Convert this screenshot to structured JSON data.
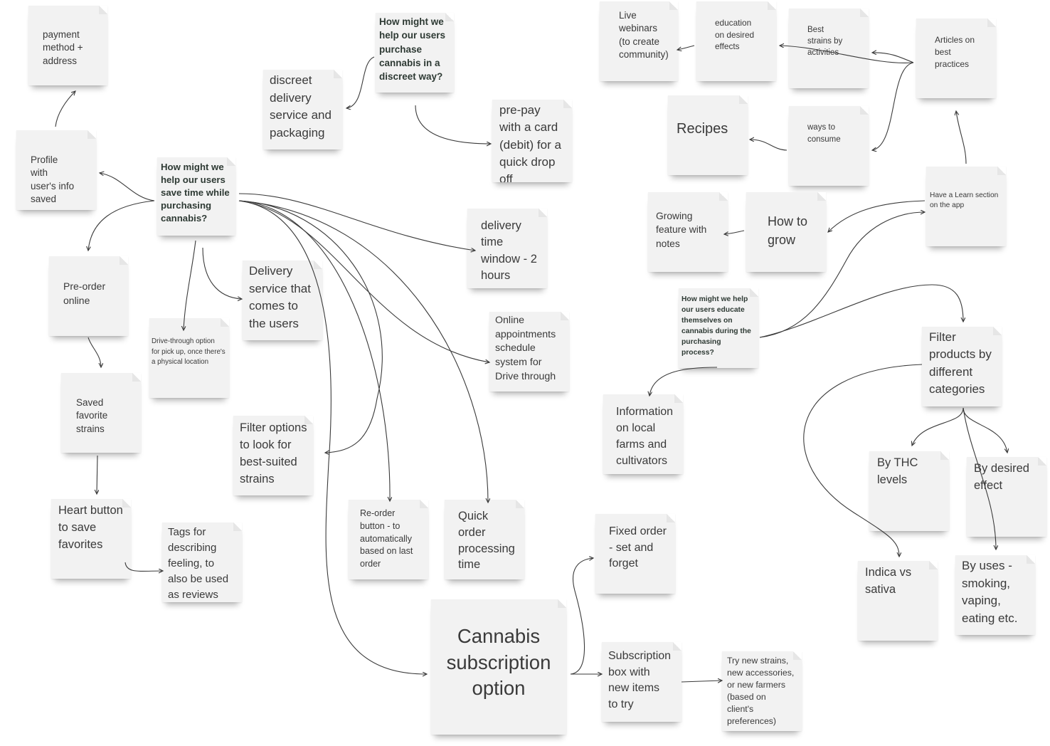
{
  "notes": {
    "payment": "payment\nmethod +\naddress",
    "profile": "Profile\nwith\nuser's info\nsaved",
    "q_save_time": "How might we\nhelp our users\nsave time while\npurchasing\ncannabis?",
    "preorder": "Pre-order\nonline",
    "drive_through": "Drive-through option\nfor pick up, once there's\na physical location",
    "saved_strains": "Saved\nfavorite\nstrains",
    "heart_button": "Heart button\nto save\nfavorites",
    "tags": "Tags for\ndescribing\nfeeling, to\nalso be used\nas reviews",
    "delivery_service": "Delivery\nservice that\ncomes to\nthe users",
    "filter_options": "Filter options\nto look for\nbest-suited\nstrains",
    "reorder": "Re-order\nbutton - to\nautomatically\nbased on last\norder",
    "quick_order": "Quick\norder\nprocessing\ntime",
    "discreet_delivery": "discreet\ndelivery\nservice and\npackaging",
    "q_discreet": "How might we\nhelp our users\npurchase\ncannabis in a\ndiscreet way?",
    "prepay": "pre-pay\nwith a card\n(debit) for a\nquick drop\noff",
    "delivery_window": "delivery\ntime\nwindow - 2\nhours",
    "online_appointments": "Online\nappointments\nschedule\nsystem for\nDrive through",
    "subscription_option": "Cannabis\nsubscription\noption",
    "fixed_order": "Fixed order\n- set and\nforget",
    "subscription_box": "Subscription\nbox with\nnew items\nto try",
    "try_new": "Try new strains,\nnew accessories,\nor new farmers\n(based on\nclient's\npreferences)",
    "live_webinars": "Live\nwebinars\n(to create\ncommunity)",
    "education_effects": "education\non desired\neffects",
    "best_strains": "Best\nstrains by\nactivities",
    "articles": "Articles on\nbest\npractices",
    "recipes": "Recipes",
    "ways_consume": "ways to\nconsume",
    "learn_section": "Have a Learn section\non the app",
    "growing_feature": "Growing\nfeature with\nnotes",
    "how_to_grow": "How to\ngrow",
    "q_educate": "How might we help\nour users educate\nthemselves on\ncannabis during the\npurchasing\nprocess?",
    "local_farms": "Information\non local\nfarms and\ncultivators",
    "filter_categories": "Filter\nproducts by\ndifferent\ncategories",
    "thc_levels": "By THC\nlevels",
    "desired_effect": "By desired\neffect",
    "indica_sativa": "Indica vs\nsativa",
    "by_uses": "By uses -\nsmoking,\nvaping,\neating etc."
  },
  "colors": {
    "note_fill": "#f2f2f2",
    "connector": "#3a3a3a",
    "question_text": "#2e3a34"
  }
}
